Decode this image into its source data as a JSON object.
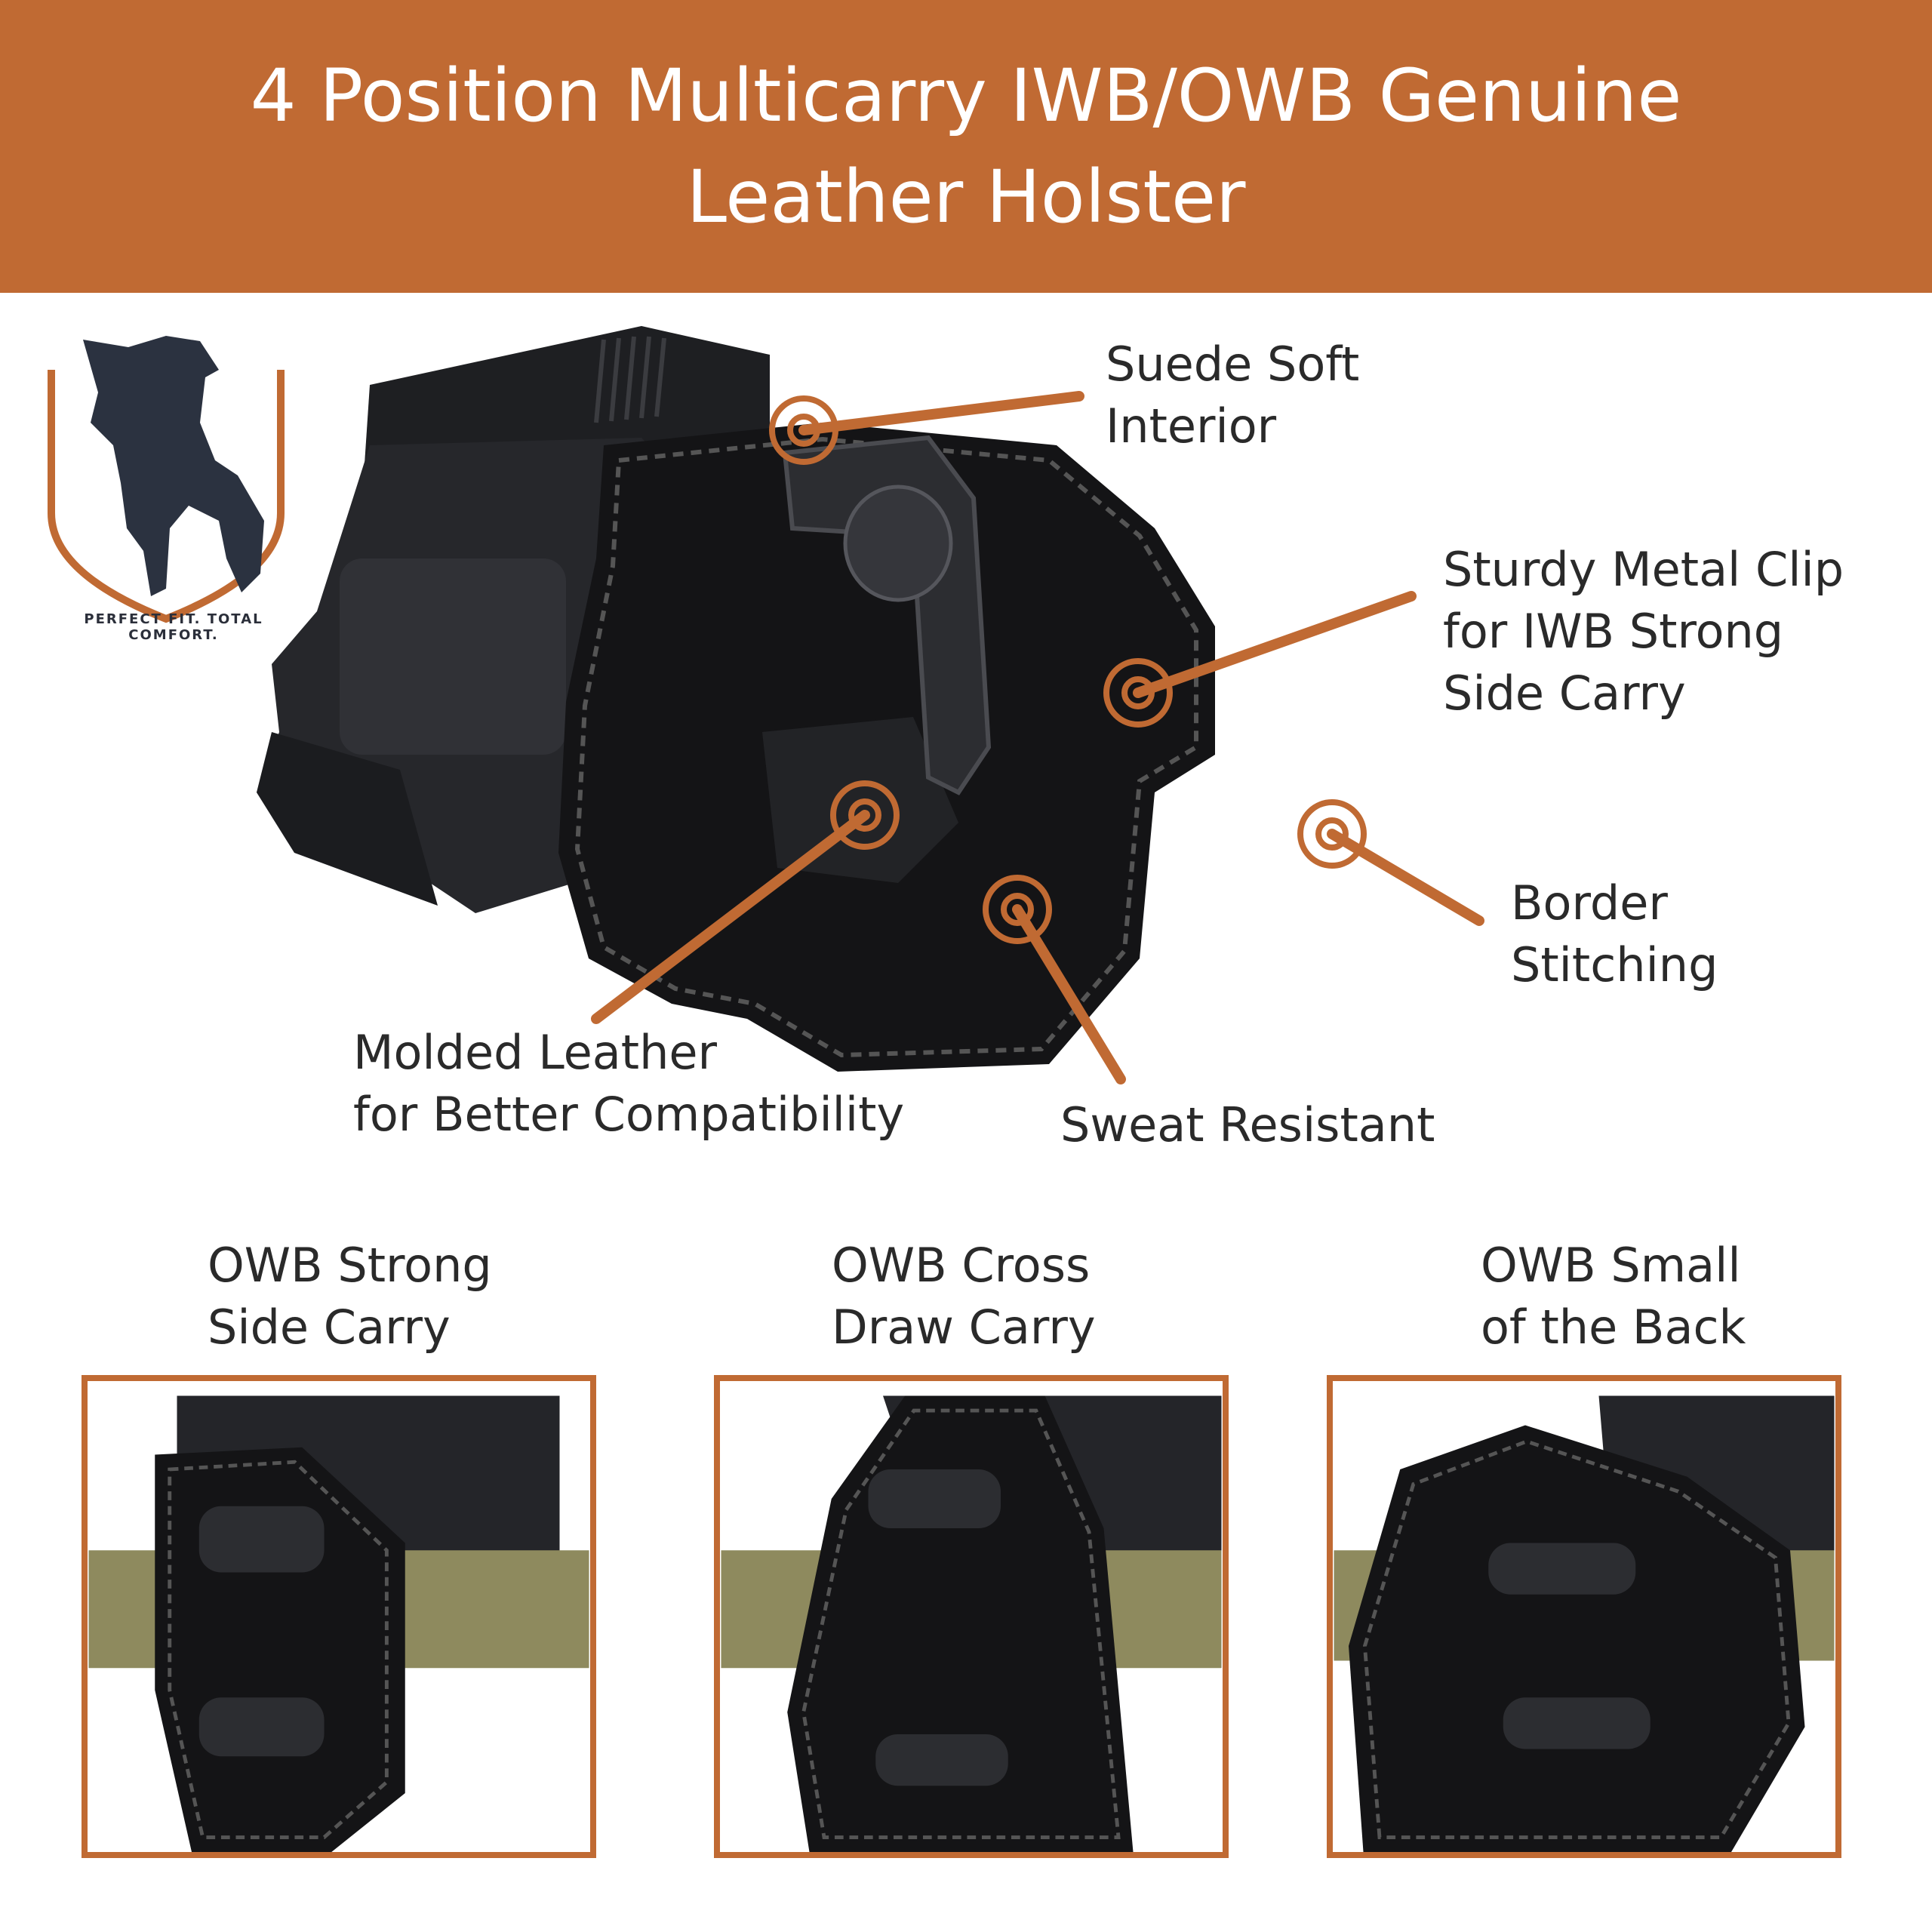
{
  "header": {
    "title": "4 Position Multicarry IWB/OWB Genuine Leather Holster"
  },
  "brand": {
    "tagline": "PERFECT FIT. TOTAL COMFORT.",
    "accent_color": "#c06a33",
    "logo_color": "#2b3240"
  },
  "callouts": {
    "suede": "Suede Soft\nInterior",
    "clip": "Sturdy Metal Clip\nfor IWB Strong\nSide Carry",
    "border": "Border\nStitching",
    "molded": "Molded Leather\nfor Better Compatibility",
    "sweat": "Sweat Resistant"
  },
  "panels": [
    {
      "label": "OWB Strong\nSide Carry"
    },
    {
      "label": "OWB Cross\nDraw Carry"
    },
    {
      "label": "OWB Small\nof the Back"
    }
  ]
}
